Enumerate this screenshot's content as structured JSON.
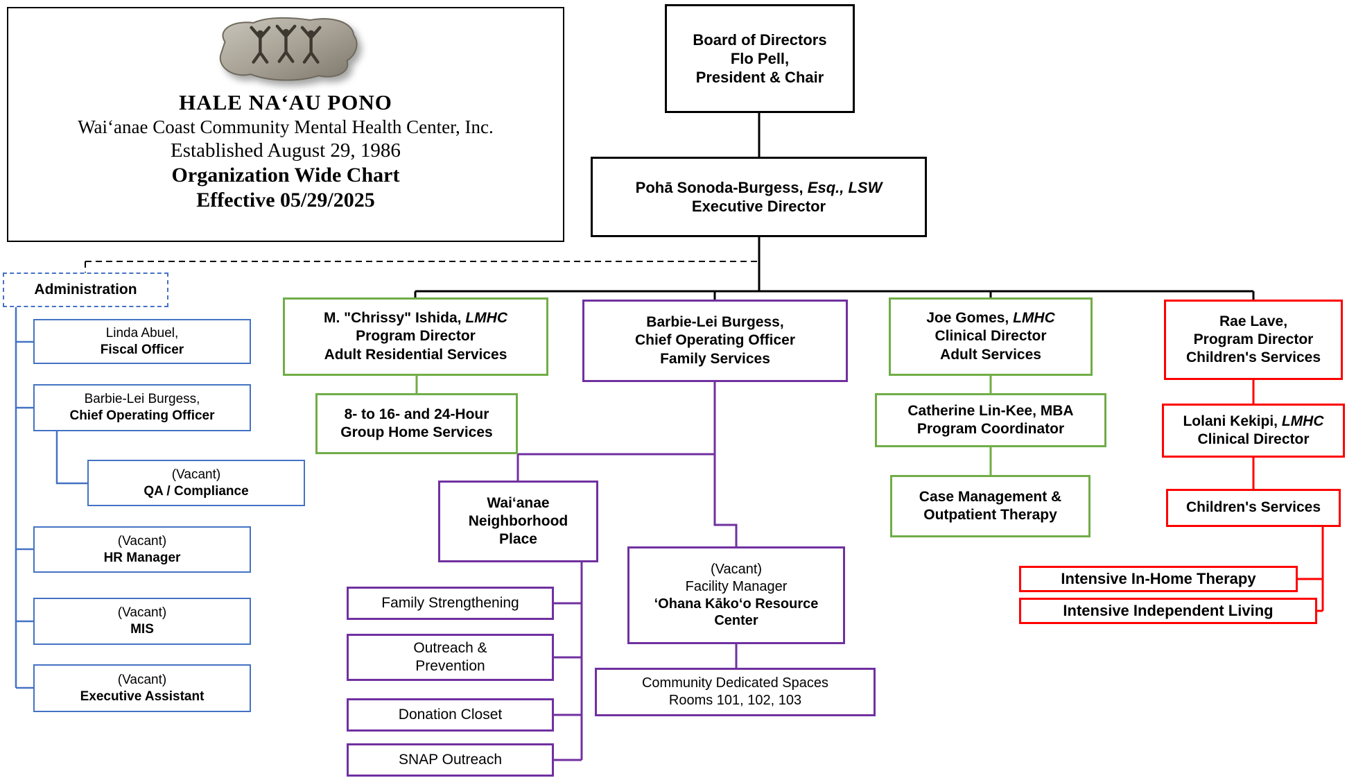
{
  "palette": {
    "black": "#000000",
    "blue": "#4472C4",
    "green": "#70AD47",
    "purple": "#7030A0",
    "red": "#FF0000"
  },
  "header": {
    "logo": "petroglyph-stone-logo",
    "org_name": "HALE NA‘AU PONO",
    "org_subtitle": "Wai‘anae Coast Community Mental Health Center, Inc.",
    "established": "Established August 29, 1986",
    "chart_title": "Organization Wide Chart",
    "effective": "Effective 05/29/2025"
  },
  "board": {
    "line1": "Board of Directors",
    "line2": "Flo Pell,",
    "line3": "President & Chair"
  },
  "executive": {
    "name": "Pohā Sonoda-Burgess, ",
    "credentials": "Esq., LSW",
    "title": "Executive Director"
  },
  "administration": {
    "label": "Administration",
    "members": [
      {
        "name": "Linda Abuel,",
        "role": "Fiscal Officer"
      },
      {
        "name": "Barbie-Lei Burgess,",
        "role": "Chief Operating Officer"
      },
      {
        "name": "(Vacant)",
        "role": "QA / Compliance"
      },
      {
        "name": "(Vacant)",
        "role": "HR Manager"
      },
      {
        "name": "(Vacant)",
        "role": "MIS"
      },
      {
        "name": "(Vacant)",
        "role": "Executive Assistant"
      }
    ]
  },
  "adult_residential": {
    "director": {
      "name": "M. \"Chrissy\" Ishida, ",
      "credentials": "LMHC",
      "title": "Program Director",
      "dept": "Adult Residential Services"
    },
    "group_home": {
      "line1": "8- to 16- and 24-Hour",
      "line2": "Group Home Services"
    }
  },
  "family_services": {
    "coo": {
      "name": "Barbie-Lei Burgess,",
      "title": "Chief Operating Officer",
      "dept": "Family Services"
    },
    "neighborhood_place": {
      "line1": "Wai‘anae",
      "line2": "Neighborhood",
      "line3": "Place"
    },
    "programs": [
      "Family Strengthening",
      "Outreach &\nPrevention",
      "Donation Closet",
      "SNAP Outreach"
    ],
    "facility_manager": {
      "vacancy": "(Vacant)",
      "title": "Facility Manager",
      "dept": "‘Ohana Kāko‘o Resource Center"
    },
    "community_spaces": {
      "line1": "Community Dedicated Spaces",
      "line2": "Rooms 101, 102, 103"
    }
  },
  "adult_services": {
    "clinical_director": {
      "name": "Joe Gomes, ",
      "credentials": "LMHC",
      "title": "Clinical Director",
      "dept": "Adult Services"
    },
    "program_coordinator": {
      "name": "Catherine Lin-Kee, MBA",
      "title": "Program Coordinator"
    },
    "services": {
      "line1": "Case Management &",
      "line2": "Outpatient Therapy"
    }
  },
  "children_services": {
    "program_director": {
      "name": "Rae Lave,",
      "title": "Program Director",
      "dept": "Children's Services"
    },
    "clinical_director": {
      "name": "Lolani Kekipi, ",
      "credentials": "LMHC",
      "title": "Clinical Director"
    },
    "services_label": "Children's Services",
    "programs": [
      "Intensive In-Home Therapy",
      "Intensive Independent Living"
    ]
  }
}
